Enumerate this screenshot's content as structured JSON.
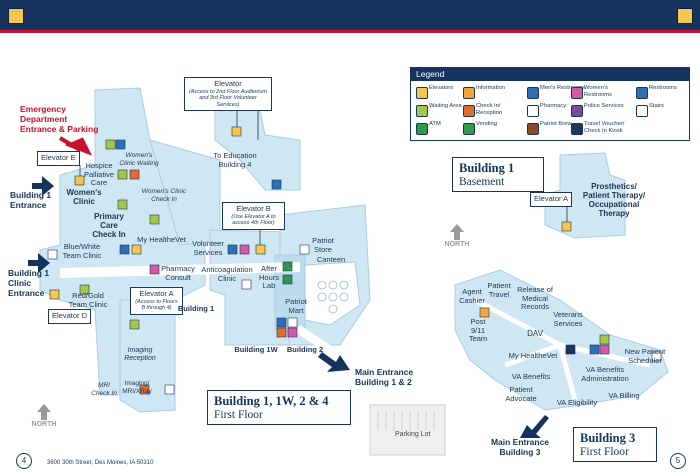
{
  "header": {
    "color": "#16335e",
    "accent": "#c8102e"
  },
  "legend": {
    "title": "Legend",
    "items": [
      {
        "icon": "elevator-icon",
        "label": "Elevators",
        "color": "#f6c64e"
      },
      {
        "icon": "information-icon",
        "label": "Information",
        "color": "#f4a63b"
      },
      {
        "icon": "mens-restroom-icon",
        "label": "Men's Restrooms",
        "color": "#2f6fb6"
      },
      {
        "icon": "womens-restroom-icon",
        "label": "Women's Restrooms",
        "color": "#d45aa8"
      },
      {
        "icon": "restrooms-icon",
        "label": "Restrooms",
        "color": "#2f6fb6"
      },
      {
        "icon": "waiting-area-icon",
        "label": "Waiting Area",
        "color": "#a5c84a"
      },
      {
        "icon": "check-in-icon",
        "label": "Check In/ Reception",
        "color": "#e06d2e"
      },
      {
        "icon": "pharmacy-icon",
        "label": "Pharmacy",
        "color": "#ffffff"
      },
      {
        "icon": "police-icon",
        "label": "Police Services",
        "color": "#7a4a9c"
      },
      {
        "icon": "stairs-icon",
        "label": "Stairs",
        "color": "#ffffff"
      },
      {
        "icon": "atm-icon",
        "label": "ATM",
        "color": "#2e9a4a"
      },
      {
        "icon": "vending-icon",
        "label": "Vending",
        "color": "#2e9a4a"
      },
      {
        "icon": "patriot-brew-icon",
        "label": "Patriot Brew",
        "color": "#8a4a2a"
      },
      {
        "icon": "travel-voucher-icon",
        "label": "Travel Voucher/ Check In Kiosk",
        "color": "#1d3557"
      }
    ]
  },
  "building1_floors": {
    "title": "Building 1, 1W, 2 & 4",
    "subtitle": "First Floor"
  },
  "building1_basement": {
    "title": "Building 1",
    "subtitle": "Basement"
  },
  "building3": {
    "title": "Building 3",
    "subtitle": "First Floor"
  },
  "labels": {
    "emergency": "Emergency Department Entrance & Parking",
    "building1_entrance": "Building 1 Entrance",
    "building1_clinic_entrance": "Building 1 Clinic Entrance",
    "elevator_e": "Elevator E",
    "elevator_d": "Elevator D",
    "elevator_a_main": "Elevator A",
    "elevator_a_note": "(Access to Floors B through 4)",
    "elevator_b": "Elevator B",
    "elevator_b_note": "(Use Elevator A to access 4th Floor)",
    "elevator_top": "Elevator",
    "elevator_top_note": "(Access to 2nd Floor Auditorium and 3rd Floor Volunteer Services)",
    "elevator_a_basement": "Elevator A",
    "hospice": "Hospice Palliative Care",
    "womens_waiting": "Women's Clinic Waiting",
    "womens_checkin": "Women's Clinic Check In",
    "womens_clinic": "Women's Clinic",
    "primary_care": "Primary Care Check In",
    "blue_white": "Blue/White Team Clinic",
    "red_gold": "Red/Gold Team Clinic",
    "my_healthevet": "My HealtheVet",
    "pharmacy_consult": "Pharmacy Consult",
    "volunteer": "Volunteer Services",
    "anticoag": "Anticoagulation Clinic",
    "after_hours": "After Hours Lab",
    "patriot_store": "Patriot Store",
    "canteen": "Canteen",
    "patriot_mart": "Patriot Mart",
    "to_education": "To Education Building 4",
    "building1_lbl": "Building 1",
    "building1w_lbl": "Building 1W",
    "building2_lbl": "Building 2",
    "imaging_reception": "Imaging Reception",
    "imaging": "Imaging/ MRI/XRay",
    "mri_checkin": "MRI Check In",
    "main_entrance_12": "Main Entrance Building 1 & 2",
    "north": "NORTH",
    "prosthetics": "Prosthetics/ Patient Therapy/ Occupational Therapy",
    "patient_travel": "Patient Travel",
    "release": "Release of Medical Records",
    "agent_cashier": "Agent Cashier",
    "veterans_services": "Veterans Services",
    "post911": "Post 9/11 Team",
    "dav": "DAV",
    "my_healthevet_b3": "My HealtheVet",
    "new_patient": "New Patient Scheduler",
    "va_benefits": "VA Benefits",
    "va_benefits_admin": "VA Benefits Administration",
    "patient_advocate": "Patient Advocate",
    "va_eligibility": "VA Eligibility",
    "va_billing": "VA Billing",
    "main_entrance_3": "Main Entrance Building 3",
    "parking_lot": "Parking Lot"
  },
  "footer": {
    "page_left": "4",
    "page_right": "5",
    "address": "3600 30th Street, Des Moines, IA 50310"
  }
}
